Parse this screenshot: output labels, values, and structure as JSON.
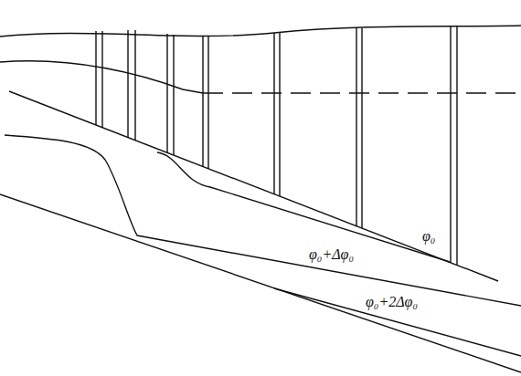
{
  "diagram": {
    "labels": [
      "φ₀",
      "φ₀+Δφ₀",
      "φ₀+2Δφ₀"
    ]
  }
}
